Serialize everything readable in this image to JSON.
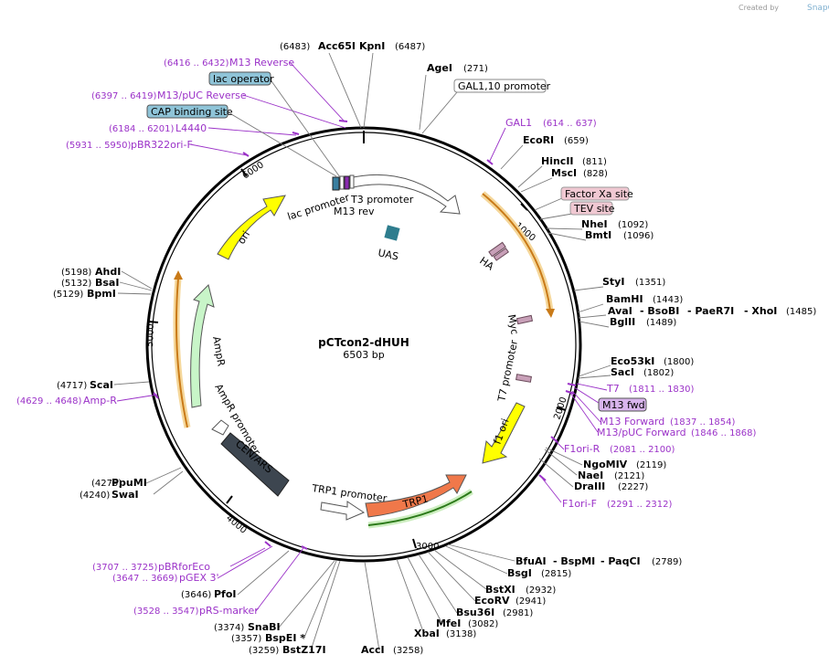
{
  "watermark": {
    "text": "Created by",
    "brand": "SnapGene"
  },
  "plasmid": {
    "name": "pCTcon2-dHUH",
    "size": "6503 bp"
  },
  "ticks": {
    "1000": "1000",
    "2000": "2000",
    "3000": "3000",
    "4000": "4000",
    "5000": "5000",
    "6000": "6000"
  },
  "features": {
    "lac_promoter": "lac promoter",
    "t3_promoter": "T3 promoter",
    "m13_rev": "M13 rev",
    "uas": "UAS",
    "ha": "HA",
    "myc": "Myc",
    "t7_promoter": "T7 promoter",
    "f1_ori": "f1 ori",
    "trp1": "TRP1",
    "trp1_promoter": "TRP1 promoter",
    "cen_ars": "CEN/ARS",
    "ampr_promoter": "AmpR promoter",
    "ampr": "AmpR",
    "ori": "ori"
  },
  "tags": {
    "gal_promoter": "GAL1,10 promoter",
    "factor_xa": "Factor Xa site",
    "tev": "TEV site",
    "m13_fwd": "M13 fwd",
    "cap_binding": "CAP binding site",
    "lac_operator": "lac operator"
  },
  "sites": {
    "acc65i": {
      "name": "Acc65I",
      "pos": "(6483)"
    },
    "kpni": {
      "name": "KpnI",
      "pos": "(6487)"
    },
    "agei": {
      "name": "AgeI",
      "pos": "(271)"
    },
    "ecori": {
      "name": "EcoRI",
      "pos": "(659)"
    },
    "hincii": {
      "name": "HincII",
      "pos": "(811)"
    },
    "msci": {
      "name": "MscI",
      "pos": "(828)"
    },
    "nhei": {
      "name": "NheI",
      "pos": "(1092)"
    },
    "bmti": {
      "name": "BmtI",
      "pos": "(1096)"
    },
    "styi": {
      "name": "StyI",
      "pos": "(1351)"
    },
    "bamhi": {
      "name": "BamHI",
      "pos": "(1443)"
    },
    "avai": {
      "name": "AvaI",
      "pos": "(1485)"
    },
    "bsobi": {
      "name": "- BsoBI",
      "pos": ""
    },
    "paer7i": {
      "name": "- PaeR7I",
      "pos": ""
    },
    "xhoi": {
      "name": "- XhoI",
      "pos": ""
    },
    "bglii": {
      "name": "BglII",
      "pos": "(1489)"
    },
    "eco53ki": {
      "name": "Eco53kI",
      "pos": "(1800)"
    },
    "saci": {
      "name": "SacI",
      "pos": "(1802)"
    },
    "ngomiv": {
      "name": "NgoMIV",
      "pos": "(2119)"
    },
    "naei": {
      "name": "NaeI",
      "pos": "(2121)"
    },
    "draiii": {
      "name": "DraIII",
      "pos": "(2227)"
    },
    "bfuai": {
      "name": "BfuAI",
      "pos": "(2789)"
    },
    "bspmi": {
      "name": "- BspMI",
      "pos": ""
    },
    "paqci": {
      "name": "- PaqCI",
      "pos": ""
    },
    "bsgi": {
      "name": "BsgI",
      "pos": "(2815)"
    },
    "bstxi": {
      "name": "BstXI",
      "pos": "(2932)"
    },
    "ecorv": {
      "name": "EcoRV",
      "pos": "(2941)"
    },
    "bsu36i": {
      "name": "Bsu36I",
      "pos": "(2981)"
    },
    "mfei": {
      "name": "MfeI",
      "pos": "(3082)"
    },
    "xbai": {
      "name": "XbaI",
      "pos": "(3138)"
    },
    "acci": {
      "name": "AccI",
      "pos": "(3258)"
    },
    "bstz17i": {
      "name": "BstZ17I",
      "pos": "(3259)"
    },
    "bspei": {
      "name": "BspEI *",
      "pos": "(3357)"
    },
    "snabi": {
      "name": "SnaBI",
      "pos": "(3374)"
    },
    "pfoi": {
      "name": "PfoI",
      "pos": "(3646)"
    },
    "ppumi": {
      "name": "PpuMI",
      "pos": "(4275)"
    },
    "swai": {
      "name": "SwaI",
      "pos": "(4240)"
    },
    "scai": {
      "name": "ScaI",
      "pos": "(4717)"
    },
    "bpmi": {
      "name": "BpmI",
      "pos": "(5129)"
    },
    "bsai": {
      "name": "BsaI",
      "pos": "(5132)"
    },
    "ahdi": {
      "name": "AhdI",
      "pos": "(5198)"
    }
  },
  "primers": {
    "gal1": {
      "name": "GAL1",
      "range": "(614 .. 637)"
    },
    "t7": {
      "name": "T7",
      "range": "(1811 .. 1830)"
    },
    "m13_forward": {
      "name": "M13 Forward",
      "range": "(1837 .. 1854)"
    },
    "m13puc_forward": {
      "name": "M13/pUC Forward",
      "range": "(1846 .. 1868)"
    },
    "f1ori_r": {
      "name": "F1ori-R",
      "range": "(2081 .. 2100)"
    },
    "f1ori_f": {
      "name": "F1ori-F",
      "range": "(2291 .. 2312)"
    },
    "prs_marker": {
      "name": "pRS-marker",
      "range": "(3528 .. 3547)"
    },
    "pgex3": {
      "name": "pGEX 3'",
      "range": "(3647 .. 3669)"
    },
    "pbrforeco": {
      "name": "pBRforEco",
      "range": "(3707 .. 3725)"
    },
    "amp_r": {
      "name": "Amp-R",
      "range": "(4629 .. 4648)"
    },
    "pbr322ori": {
      "name": "pBR322ori-F",
      "range": "(5931 .. 5950)"
    },
    "l4440": {
      "name": "L4440",
      "range": "(6184 .. 6201)"
    },
    "m13puc_reverse": {
      "name": "M13/pUC Reverse",
      "range": "(6397 .. 6419)"
    },
    "m13_reverse": {
      "name": "M13 Reverse",
      "range": "(6416 .. 6432)"
    }
  }
}
